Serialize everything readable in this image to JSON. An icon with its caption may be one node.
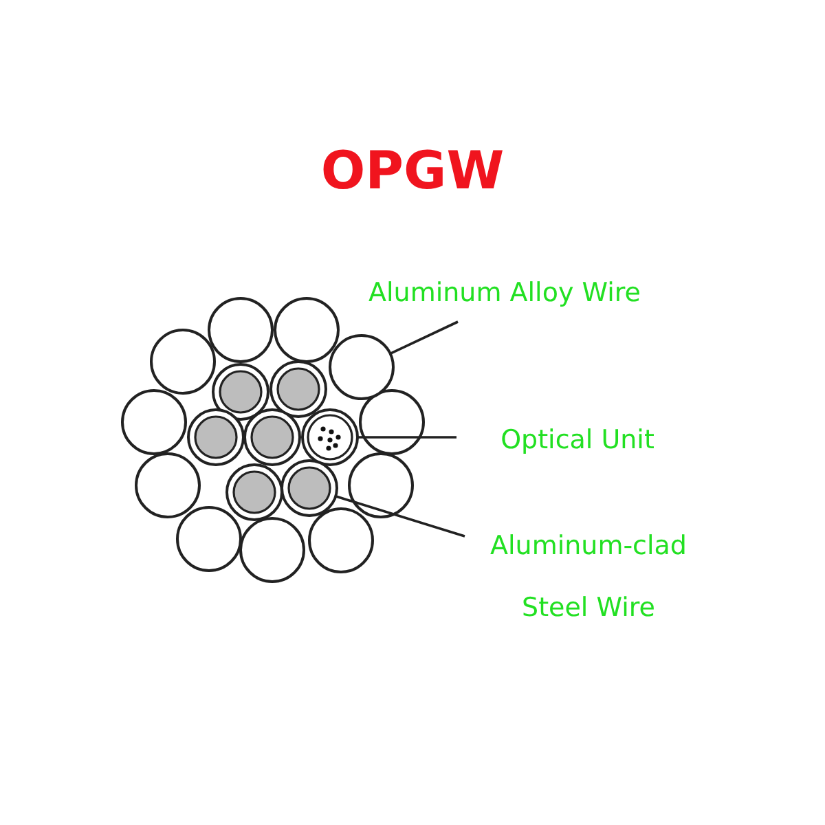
{
  "diagram": {
    "title": "OPGW",
    "nodes": [
      {
        "text": [
          "Aluminum Alloy Wire"
        ]
      },
      {
        "text": [
          "Optical Unit"
        ]
      },
      {
        "text": [
          "Aluminum-clad Steel Wire"
        ]
      },
      {
        "text": [],
        "shape": "circle"
      },
      {
        "text": [],
        "shape": "circle"
      },
      {
        "text": [],
        "shape": "circle"
      }
    ],
    "edges": [
      {
        "from": 0,
        "to": 3,
        "arrow": "none"
      },
      {
        "from": 1,
        "to": 4,
        "arrow": "none"
      },
      {
        "from": 2,
        "to": 5,
        "arrow": "none"
      }
    ]
  }
}
